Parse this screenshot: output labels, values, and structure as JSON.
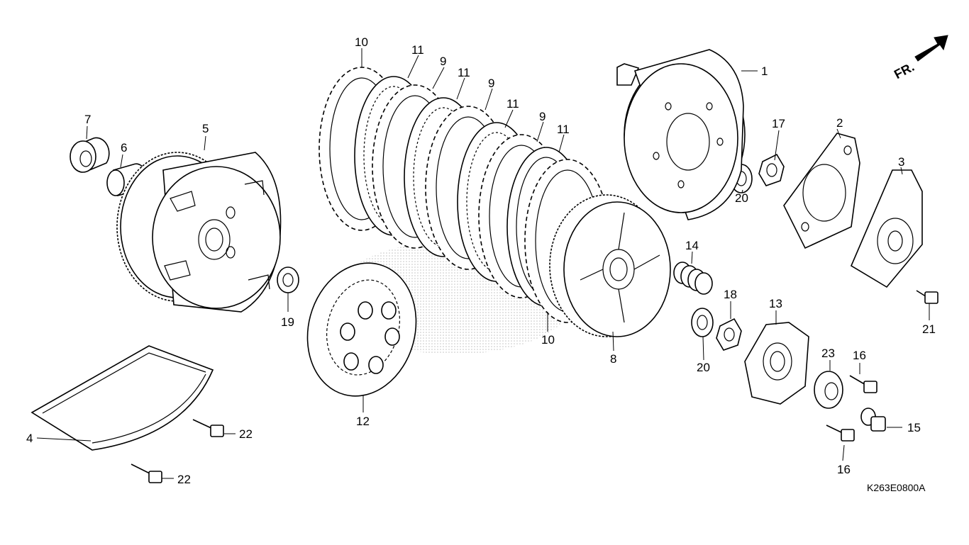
{
  "direction": {
    "label": "FR."
  },
  "code": {
    "label": "K263E0800A"
  },
  "callouts": {
    "c1": "1",
    "c2": "2",
    "c3": "3",
    "c4": "4",
    "c5": "5",
    "c6": "6",
    "c7": "7",
    "c8": "8",
    "c9a": "9",
    "c9b": "9",
    "c9c": "9",
    "c10a": "10",
    "c10b": "10",
    "c11a": "11",
    "c11b": "11",
    "c11c": "11",
    "c11d": "11",
    "c12": "12",
    "c13": "13",
    "c14": "14",
    "c15": "15",
    "c16a": "16",
    "c16b": "16",
    "c17": "17",
    "c18": "18",
    "c19": "19",
    "c20a": "20",
    "c20b": "20",
    "c21": "21",
    "c22a": "22",
    "c22b": "22",
    "c23": "23"
  }
}
